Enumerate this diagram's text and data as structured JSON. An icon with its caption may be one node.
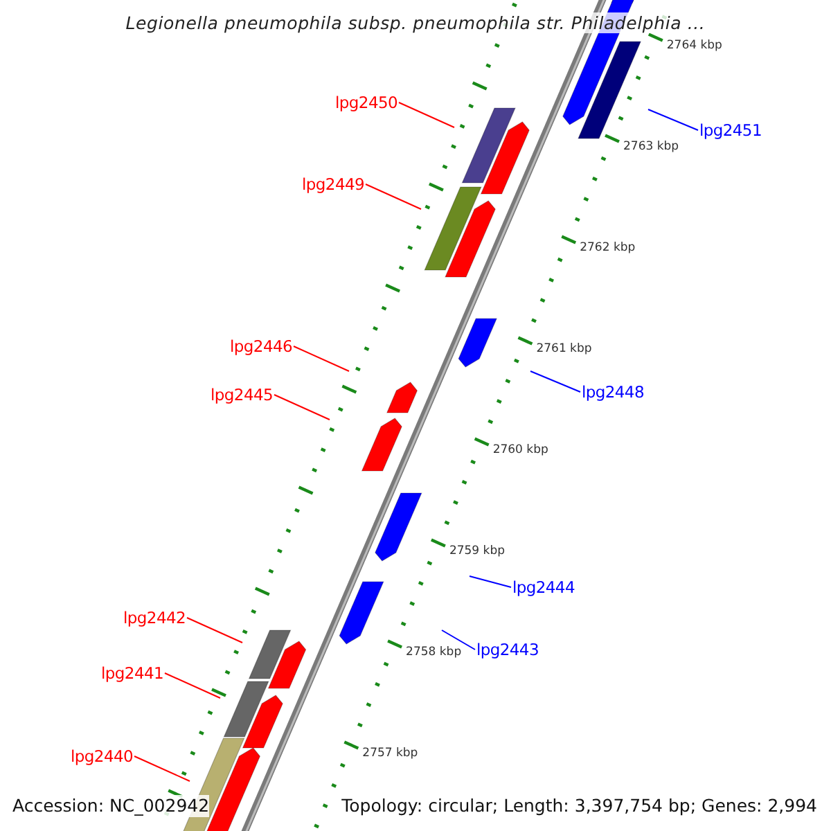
{
  "diagram": {
    "title": "Legionella pneumophila subsp. pneumophila str. Philadelphia ...",
    "nodes": [
      {
        "text": [
          "lpg2450"
        ]
      },
      {
        "text": [
          "lpg2451"
        ]
      },
      {
        "text": [
          "lpg2449"
        ]
      },
      {
        "text": [
          "lpg2446"
        ]
      },
      {
        "text": [
          "lpg2448"
        ]
      },
      {
        "text": [
          "lpg2445"
        ]
      },
      {
        "text": [
          "lpg2444"
        ]
      },
      {
        "text": [
          "lpg2442"
        ]
      },
      {
        "text": [
          "lpg2443"
        ]
      },
      {
        "text": [
          "lpg2441"
        ]
      },
      {
        "text": [
          "lpg2440"
        ]
      }
    ],
    "edges": [
      {
        "from": 0,
        "to": null,
        "arrow": "none"
      },
      {
        "from": 1,
        "to": null,
        "arrow": "none",
        "color": "#0000ff"
      },
      {
        "from": 2,
        "to": null,
        "arrow": "none"
      },
      {
        "from": 3,
        "to": null,
        "arrow": "none"
      },
      {
        "from": 4,
        "to": null,
        "arrow": "none",
        "color": "#0000ff"
      },
      {
        "from": 5,
        "to": null,
        "arrow": "none"
      },
      {
        "from": 6,
        "to": null,
        "arrow": "none",
        "color": "#0000ff"
      },
      {
        "from": 7,
        "to": null,
        "arrow": "none"
      },
      {
        "from": 8,
        "to": null,
        "arrow": "none",
        "color": "#0000ff"
      },
      {
        "from": 9,
        "to": null,
        "arrow": "none"
      },
      {
        "from": 10,
        "to": null,
        "arrow": "none"
      }
    ],
    "labels": [
      "2764 kbp",
      "2763 kbp",
      "2762 kbp",
      "2761 kbp",
      "2760 kbp",
      "2759 kbp",
      "2758 kbp",
      "2757 kbp",
      "Accession: NC_002942",
      "Topology: circular; Length: 3,397,754 bp; Genes: 2,994"
    ]
  }
}
